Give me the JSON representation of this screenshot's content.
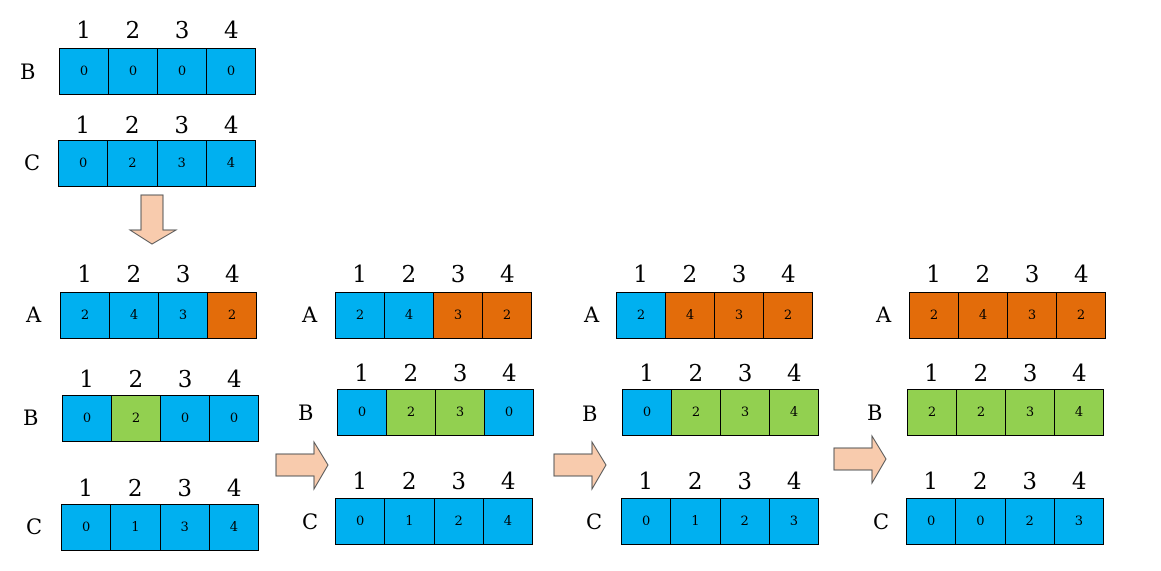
{
  "colors": {
    "default": "#00b0f0",
    "highlight_green": "#92d050",
    "highlight_orange": "#e36c0a",
    "arrow_fill": "#f8cbad",
    "arrow_stroke": "#555555"
  },
  "top": {
    "arrays": [
      {
        "label": "B",
        "indices": [
          "1",
          "2",
          "3",
          "4"
        ],
        "values": [
          "0",
          "0",
          "0",
          "0"
        ],
        "fills": [
          "default",
          "default",
          "default",
          "default"
        ]
      },
      {
        "label": "C",
        "indices": [
          "1",
          "2",
          "3",
          "4"
        ],
        "values": [
          "0",
          "2",
          "3",
          "4"
        ],
        "fills": [
          "default",
          "default",
          "default",
          "default"
        ]
      }
    ]
  },
  "steps": [
    {
      "arrays": [
        {
          "label": "A",
          "indices": [
            "1",
            "2",
            "3",
            "4"
          ],
          "values": [
            "2",
            "4",
            "3",
            "2"
          ],
          "fills": [
            "default",
            "default",
            "default",
            "highlight_orange"
          ]
        },
        {
          "label": "B",
          "indices": [
            "1",
            "2",
            "3",
            "4"
          ],
          "values": [
            "0",
            "2",
            "0",
            "0"
          ],
          "fills": [
            "default",
            "highlight_green",
            "default",
            "default"
          ]
        },
        {
          "label": "C",
          "indices": [
            "1",
            "2",
            "3",
            "4"
          ],
          "values": [
            "0",
            "1",
            "3",
            "4"
          ],
          "fills": [
            "default",
            "default",
            "default",
            "default"
          ]
        }
      ]
    },
    {
      "arrays": [
        {
          "label": "A",
          "indices": [
            "1",
            "2",
            "3",
            "4"
          ],
          "values": [
            "2",
            "4",
            "3",
            "2"
          ],
          "fills": [
            "default",
            "default",
            "highlight_orange",
            "highlight_orange"
          ]
        },
        {
          "label": "B",
          "indices": [
            "1",
            "2",
            "3",
            "4"
          ],
          "values": [
            "0",
            "2",
            "3",
            "0"
          ],
          "fills": [
            "default",
            "highlight_green",
            "highlight_green",
            "default"
          ]
        },
        {
          "label": "C",
          "indices": [
            "1",
            "2",
            "3",
            "4"
          ],
          "values": [
            "0",
            "1",
            "2",
            "4"
          ],
          "fills": [
            "default",
            "default",
            "default",
            "default"
          ]
        }
      ]
    },
    {
      "arrays": [
        {
          "label": "A",
          "indices": [
            "1",
            "2",
            "3",
            "4"
          ],
          "values": [
            "2",
            "4",
            "3",
            "2"
          ],
          "fills": [
            "default",
            "highlight_orange",
            "highlight_orange",
            "highlight_orange"
          ]
        },
        {
          "label": "B",
          "indices": [
            "1",
            "2",
            "3",
            "4"
          ],
          "values": [
            "0",
            "2",
            "3",
            "4"
          ],
          "fills": [
            "default",
            "highlight_green",
            "highlight_green",
            "highlight_green"
          ]
        },
        {
          "label": "C",
          "indices": [
            "1",
            "2",
            "3",
            "4"
          ],
          "values": [
            "0",
            "1",
            "2",
            "3"
          ],
          "fills": [
            "default",
            "default",
            "default",
            "default"
          ]
        }
      ]
    },
    {
      "arrays": [
        {
          "label": "A",
          "indices": [
            "1",
            "2",
            "3",
            "4"
          ],
          "values": [
            "2",
            "4",
            "3",
            "2"
          ],
          "fills": [
            "highlight_orange",
            "highlight_orange",
            "highlight_orange",
            "highlight_orange"
          ]
        },
        {
          "label": "B",
          "indices": [
            "1",
            "2",
            "3",
            "4"
          ],
          "values": [
            "2",
            "2",
            "3",
            "4"
          ],
          "fills": [
            "highlight_green",
            "highlight_green",
            "highlight_green",
            "highlight_green"
          ]
        },
        {
          "label": "C",
          "indices": [
            "1",
            "2",
            "3",
            "4"
          ],
          "values": [
            "0",
            "0",
            "2",
            "3"
          ],
          "fills": [
            "default",
            "default",
            "default",
            "default"
          ]
        }
      ]
    }
  ]
}
